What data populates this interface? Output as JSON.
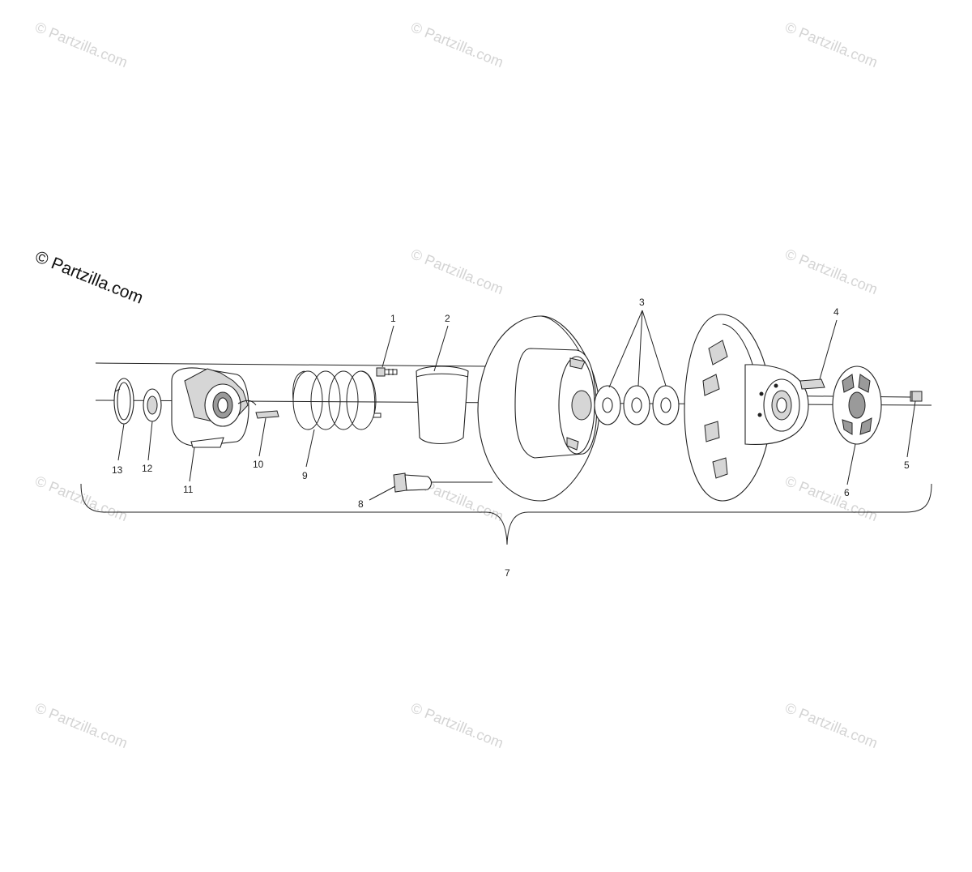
{
  "watermark": {
    "text": "© Partzilla.com",
    "prominent_text": "© Partzilla.com"
  },
  "callouts": {
    "c1": "1",
    "c2": "2",
    "c3": "3",
    "c4": "4",
    "c5": "5",
    "c6": "6",
    "c7": "7",
    "c8": "8",
    "c9": "9",
    "c10": "10",
    "c11": "11",
    "c12": "12",
    "c13": "13"
  },
  "colors": {
    "line": "#222222",
    "watermark": "#d4d4d4",
    "background": "#ffffff"
  }
}
